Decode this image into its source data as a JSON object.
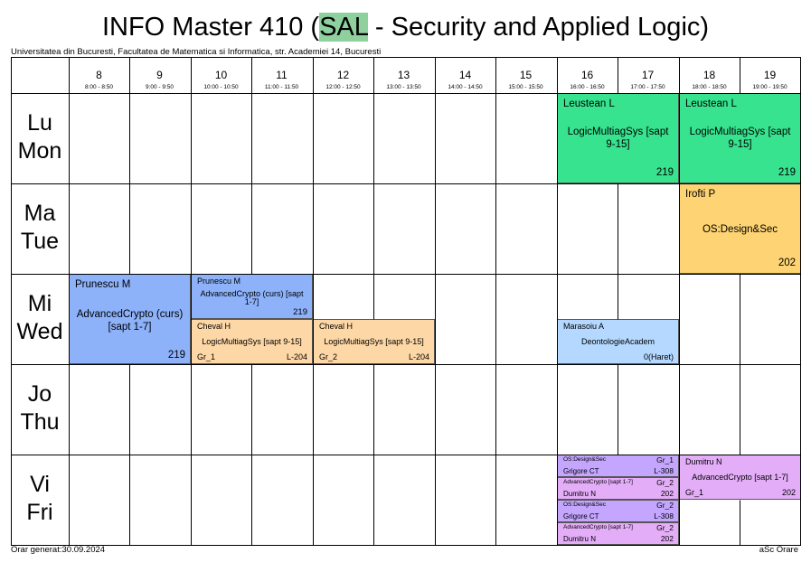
{
  "header": {
    "title_before": "INFO Master 410 (",
    "title_highlight": "SAL",
    "title_after": " - Security and Applied Logic)",
    "subtitle": "Universitatea din Bucuresti, Facultatea de Matematica si Informatica, str. Academiei 14, Bucuresti"
  },
  "hours": [
    {
      "num": "8",
      "time": "8:00 - 8:50"
    },
    {
      "num": "9",
      "time": "9:00 - 9:50"
    },
    {
      "num": "10",
      "time": "10:00 - 10:50"
    },
    {
      "num": "11",
      "time": "11:00 - 11:50"
    },
    {
      "num": "12",
      "time": "12:00 - 12:50"
    },
    {
      "num": "13",
      "time": "13:00 - 13:50"
    },
    {
      "num": "14",
      "time": "14:00 - 14:50"
    },
    {
      "num": "15",
      "time": "15:00 - 15:50"
    },
    {
      "num": "16",
      "time": "16:00 - 16:50"
    },
    {
      "num": "17",
      "time": "17:00 - 17:50"
    },
    {
      "num": "18",
      "time": "18:00 - 18:50"
    },
    {
      "num": "19",
      "time": "19:00 - 19:50"
    }
  ],
  "days": [
    {
      "ro": "Lu",
      "en": "Mon"
    },
    {
      "ro": "Ma",
      "en": "Tue"
    },
    {
      "ro": "Mi",
      "en": "Wed"
    },
    {
      "ro": "Jo",
      "en": "Thu"
    },
    {
      "ro": "Vi",
      "en": "Fri"
    }
  ],
  "activities": {
    "mon_16": {
      "teacher": "Leustean L",
      "subject_line1": "LogicMultiagSys [sapt",
      "subject_line2": "9-15]",
      "room": "219",
      "color": "#38e38f"
    },
    "mon_18": {
      "teacher": "Leustean L",
      "subject_line1": "LogicMultiagSys [sapt",
      "subject_line2": "9-15]",
      "room": "219",
      "color": "#38e38f"
    },
    "tue_18": {
      "teacher": "Irofti P",
      "subject": "OS:Design&Sec",
      "room": "202",
      "color": "#fdd373"
    },
    "wed_8": {
      "teacher": "Prunescu M",
      "subject_line1": "AdvancedCrypto (curs)",
      "subject_line2": "[sapt 1-7]",
      "room": "219",
      "color": "#8db2fa"
    },
    "wed_10": {
      "teacher": "Prunescu M",
      "subject_line1": "AdvancedCrypto (curs) [sapt",
      "subject_line2": "1-7]",
      "room": "219",
      "color": "#8db2fa"
    },
    "wed_10b": {
      "teacher": "Cheval H",
      "subject": "LogicMultiagSys [sapt 9-15]",
      "group": "Gr_1",
      "room": "L-204",
      "color": "#fed7a6"
    },
    "wed_12b": {
      "teacher": "Cheval H",
      "subject": "LogicMultiagSys [sapt 9-15]",
      "group": "Gr_2",
      "room": "L-204",
      "color": "#fed7a6"
    },
    "wed_16b": {
      "teacher": "Marasoiu A",
      "subject": "DeontologieAcadem",
      "room": "0(Haret)",
      "color": "#b4d8ff"
    },
    "fri_16_a": {
      "subject": "OS:Design&Sec",
      "group": "Gr_1",
      "teacher": "Grigore CT",
      "room": "L-308",
      "color": "#c4a6ff"
    },
    "fri_16_b": {
      "subject": "AdvancedCrypto [sapt 1-7]",
      "group": "Gr_2",
      "teacher": "Dumitru N",
      "room": "202",
      "color": "#e4adf8"
    },
    "fri_16_c": {
      "subject": "OS:Design&Sec",
      "group": "Gr_2",
      "teacher": "Grigore CT",
      "room": "L-308",
      "color": "#c4a6ff"
    },
    "fri_16_d": {
      "subject": "AdvancedCrypto [sapt 1-7]",
      "group": "Gr_2",
      "teacher": "Dumitru N",
      "room": "202",
      "color": "#e4adf8"
    },
    "fri_18": {
      "teacher": "Dumitru N",
      "subject": "AdvancedCrypto [sapt 1-7]",
      "group": "Gr_1",
      "room": "202",
      "color": "#e4adf8"
    }
  },
  "footer": {
    "left": "Orar generat:30.09.2024",
    "right": "aSc Orare"
  }
}
